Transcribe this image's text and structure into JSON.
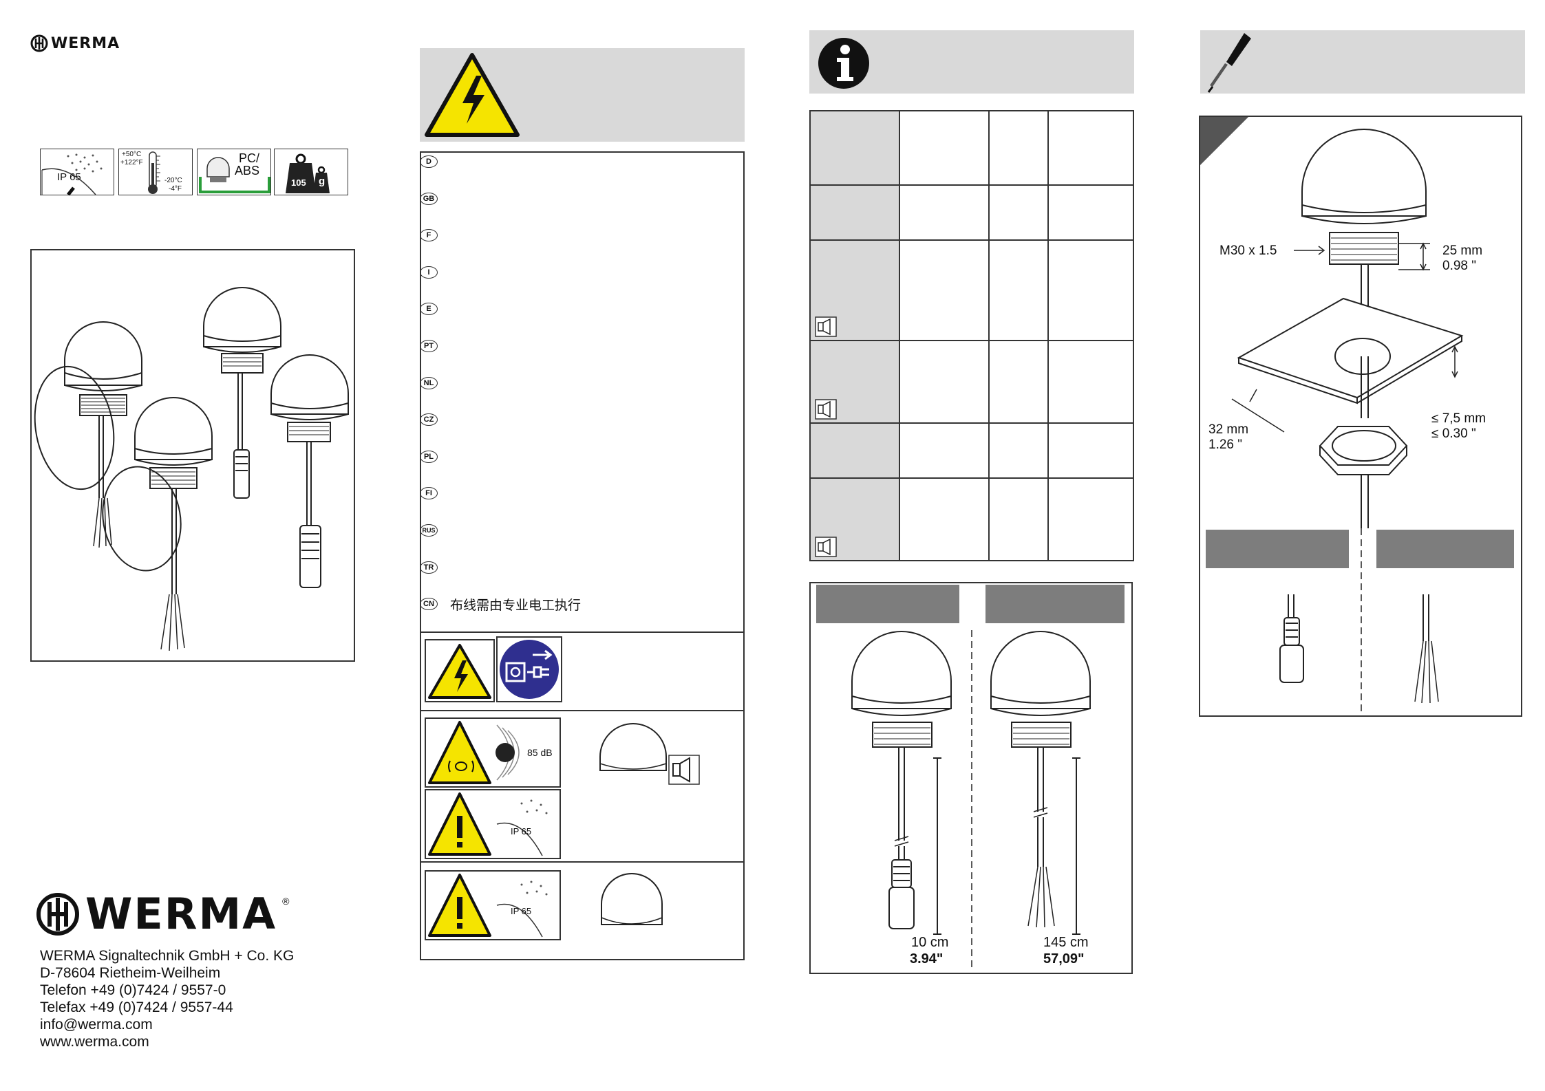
{
  "brand": {
    "name": "WERMA",
    "registered": "®"
  },
  "specs_icons": [
    {
      "icon": "spray-icon",
      "text": "IP 65"
    },
    {
      "icon": "thermometer-icon",
      "hi_c": "+50°C",
      "hi_f": "+122°F",
      "lo_c": "-20°C",
      "lo_f": "-4°F"
    },
    {
      "icon": "material-icon",
      "text": "PC/\nABS",
      "t1": "PC/",
      "t2": "ABS"
    },
    {
      "icon": "weight-icon",
      "value": "105",
      "unit": "g"
    }
  ],
  "languages": [
    "D",
    "GB",
    "F",
    "I",
    "E",
    "PT",
    "NL",
    "CZ",
    "PL",
    "FI",
    "RUS",
    "TR",
    "CN"
  ],
  "cn_text": "布线需由专业电工执行",
  "warnings": {
    "noise_label": "85 dB",
    "ip_label": "IP 65"
  },
  "mounting": {
    "thread": "M30 x 1.5",
    "height_mm": "25 mm",
    "height_in": "0.98 \"",
    "hole_mm": "32 mm",
    "hole_in": "1.26 \"",
    "panel_mm": "≤ 7,5 mm",
    "panel_in": "≤ 0.30 \""
  },
  "cables": {
    "short_cm": "10 cm",
    "short_in": "3.94\"",
    "long_cm": "145 cm",
    "long_in": "57,09\""
  },
  "address": {
    "company": "WERMA Signaltechnik GmbH + Co. KG",
    "city": "D-78604 Rietheim-Weilheim",
    "phone": "Telefon +49 (0)7424 / 9557-0",
    "fax": "Telefax +49 (0)7424 / 9557-44",
    "email": "info@werma.com",
    "web": "www.werma.com"
  },
  "colors": {
    "warning_yellow": "#f5e400",
    "mandatory_blue": "#2f2f8f",
    "header_grey": "#d9d9d9",
    "dark_grey": "#7d7d7d"
  }
}
